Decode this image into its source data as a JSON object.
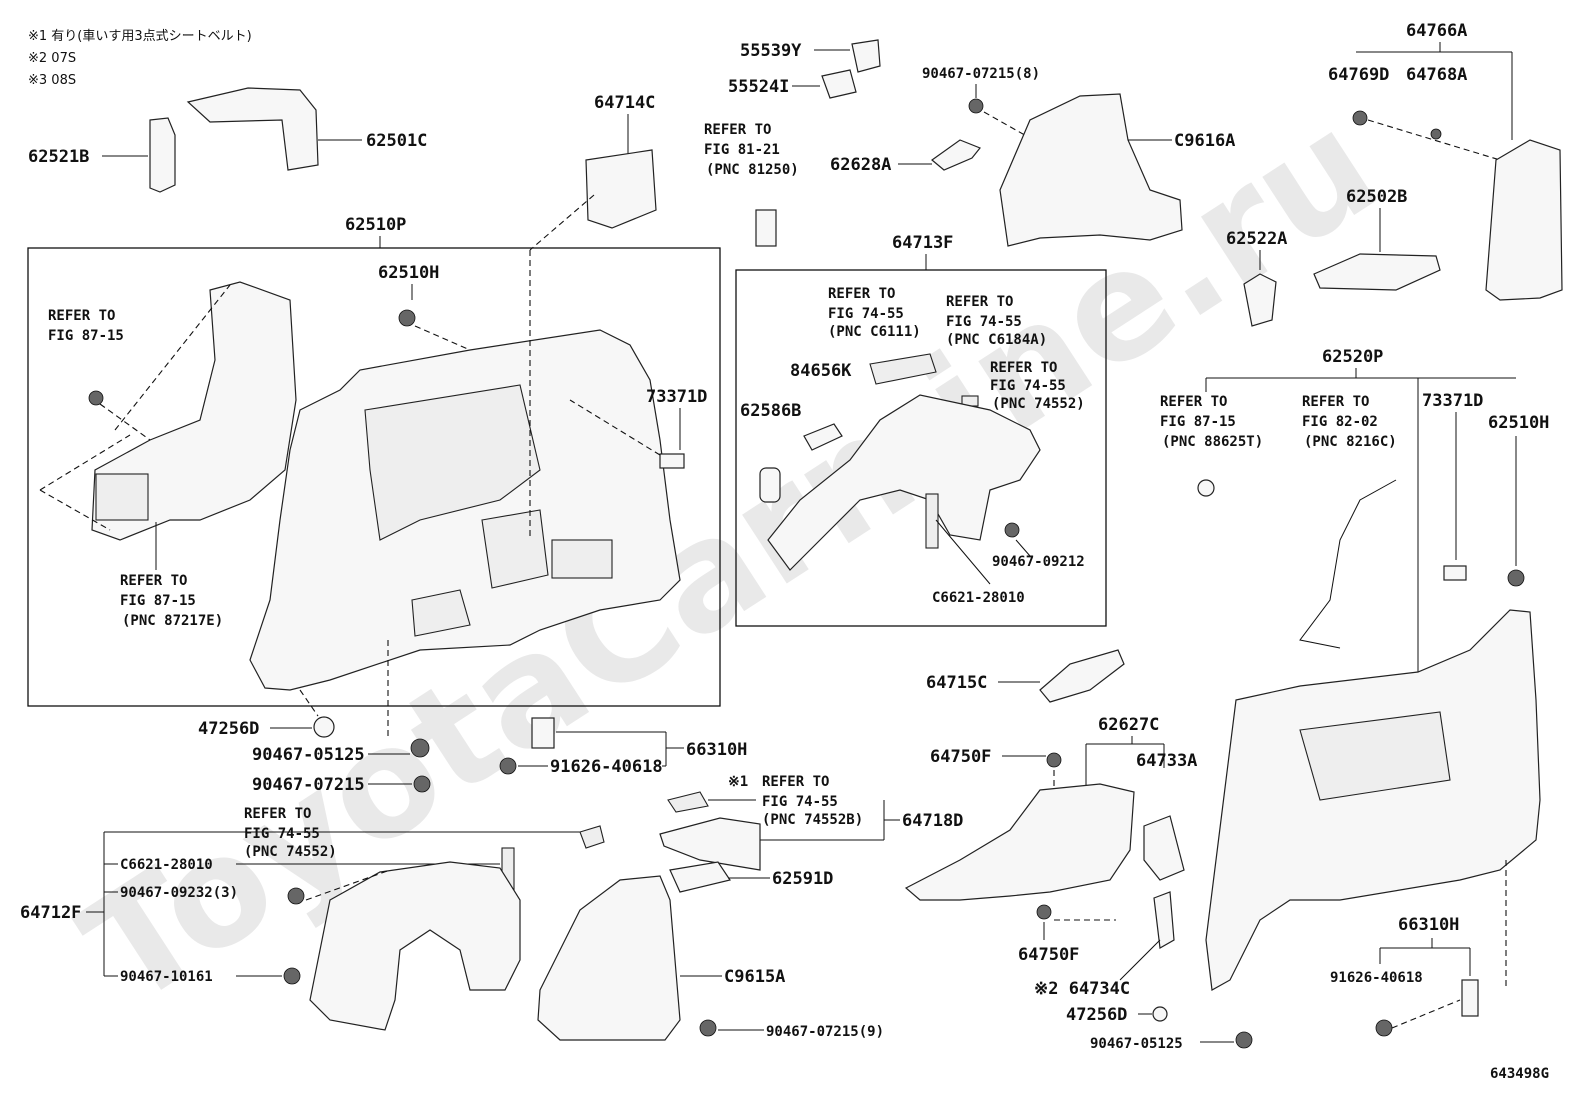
{
  "notes": [
    "※1 有り(車いす用3点式シートベルト)",
    "※2 07S",
    "※3 08S"
  ],
  "watermark": "ToyotaCarmine.ru",
  "diagram_code": "643498G",
  "labels": {
    "p62521B": "62521B",
    "p62501C": "62501C",
    "p62510P": "62510P",
    "p62510H_a": "62510H",
    "p64714C": "64714C",
    "p55539Y": "55539Y",
    "p55524I": "55524I",
    "ref81_1": "REFER TO",
    "ref81_2": "FIG 81-21",
    "ref81_3": "(PNC 81250)",
    "p90467_07215_8": "90467-07215(8)",
    "p62628A": "62628A",
    "pC9616A": "C9616A",
    "p64766A": "64766A",
    "p64769D": "64769D",
    "p64768A": "64768A",
    "p62502B": "62502B",
    "p62522A": "62522A",
    "p64713F": "64713F",
    "refa_1": "REFER TO",
    "refa_2": "FIG 74-55",
    "refa_3": "(PNC C6111)",
    "refb_1": "REFER TO",
    "refb_2": "FIG 74-55",
    "refb_3": "(PNC C6184A)",
    "refc_1": "REFER TO",
    "refc_2": "FIG 74-55",
    "refc_3": "(PNC 74552)",
    "p84656K": "84656K",
    "p62586B": "62586B",
    "p90467_09212": "90467-09212",
    "pC6621_28010_a": "C6621-28010",
    "refl1_1": "REFER TO",
    "refl1_2": "FIG 87-15",
    "refl2_1": "REFER TO",
    "refl2_2": "FIG 87-15",
    "refl2_3": "(PNC 87217E)",
    "p73371D_a": "73371D",
    "p62520P": "62520P",
    "refr1_1": "REFER TO",
    "refr1_2": "FIG 87-15",
    "refr1_3": "(PNC 88625T)",
    "refr2_1": "REFER TO",
    "refr2_2": "FIG 82-02",
    "refr2_3": "(PNC 8216C)",
    "p73371D_b": "73371D",
    "p62510H_b": "62510H",
    "p64715C": "64715C",
    "p47256D_a": "47256D",
    "p90467_05125_a": "90467-05125",
    "p90467_07215": "90467-07215",
    "p91626_40618_a": "91626-40618",
    "p66310H_a": "66310H",
    "refd_0": "※1",
    "refd_1": "REFER TO",
    "refd_2": "FIG 74-55",
    "refd_3": "(PNC 74552B)",
    "p64718D": "64718D",
    "p62591D": "62591D",
    "refe_1": "REFER TO",
    "refe_2": "FIG 74-55",
    "refe_3": "(PNC 74552)",
    "pC6621_28010_b": "C6621-28010",
    "p90467_09232_3": "90467-09232(3)",
    "p64712F": "64712F",
    "p90467_10161": "90467-10161",
    "pC9615A": "C9615A",
    "p90467_07215_9": "90467-07215(9)",
    "p62627C": "62627C",
    "p64750F_a": "64750F",
    "p64733A": "64733A",
    "p64750F_b": "64750F",
    "p64734C": "※2 64734C",
    "p47256D_b": "47256D",
    "p90467_05125_b": "90467-05125",
    "p66310H_b": "66310H",
    "p91626_40618_b": "91626-40618"
  }
}
